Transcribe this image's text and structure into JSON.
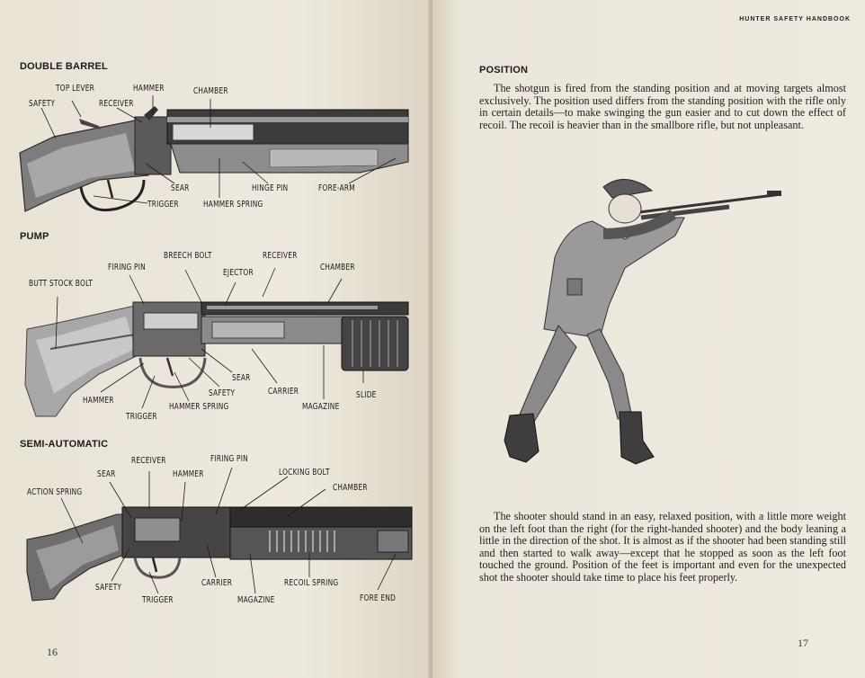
{
  "left_page": {
    "sections": [
      {
        "heading": "DOUBLE BARREL",
        "labels": [
          "TOP LEVER",
          "HAMMER",
          "CHAMBER",
          "SAFETY",
          "RECEIVER",
          "SEAR",
          "HINGE PIN",
          "FORE-ARM",
          "TRIGGER",
          "HAMMER SPRING"
        ]
      },
      {
        "heading": "PUMP",
        "labels": [
          "BREECH BOLT",
          "RECEIVER",
          "FIRING PIN",
          "EJECTOR",
          "CHAMBER",
          "BUTT STOCK BOLT",
          "SEAR",
          "SAFETY",
          "CARRIER",
          "SLIDE",
          "HAMMER",
          "TRIGGER",
          "HAMMER SPRING",
          "MAGAZINE"
        ]
      },
      {
        "heading": "SEMI-AUTOMATIC",
        "labels": [
          "RECEIVER",
          "FIRING PIN",
          "SEAR",
          "HAMMER",
          "LOCKING BOLT",
          "CHAMBER",
          "ACTION SPRING",
          "SAFETY",
          "CARRIER",
          "RECOIL SPRING",
          "TRIGGER",
          "MAGAZINE",
          "FORE END"
        ]
      }
    ],
    "page_number": "16"
  },
  "right_page": {
    "running_head": "HUNTER SAFETY HANDBOOK",
    "heading": "POSITION",
    "paragraph_1": "The shotgun is fired from the standing position and at moving targets almost exclusively. The position used differs from the standing position with the rifle only in certain details—to make swinging the gun easier and to cut down the effect of recoil. The recoil is heavier than in the smallbore rifle, but not unpleasant.",
    "paragraph_2": "The shooter should stand in an easy, relaxed position, with a little more weight on the left foot than the right (for the right-handed shooter) and the body leaning a little in the direction of the shot. It is almost as if the shooter had been standing still and then started to walk away—except that he stopped as soon as the left foot touched the ground. Position of the feet is important and even for the unexpected shot the shooter should take time to place his feet properly.",
    "page_number": "17"
  },
  "colors": {
    "paper": "#ece7dc",
    "ink": "#1c1c1c",
    "illustration_dark": "#3a3a3a",
    "illustration_mid": "#8a8a8a",
    "illustration_light": "#c9c9c9"
  }
}
